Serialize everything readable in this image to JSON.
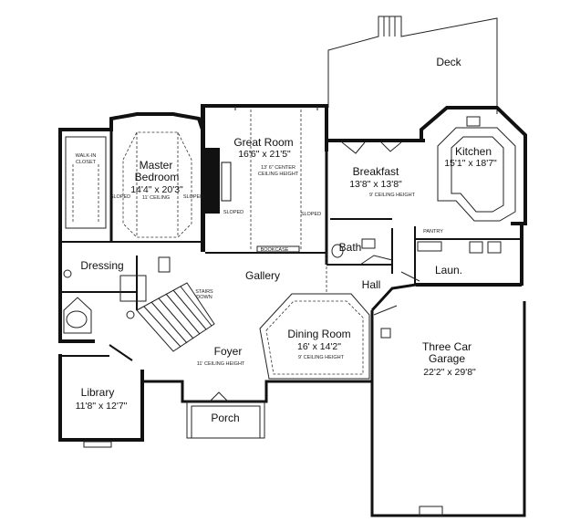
{
  "rooms": {
    "deck": {
      "name": "Deck"
    },
    "great_room": {
      "name": "Great Room",
      "dim": "16'6\" x 21'5\"",
      "note1": "13' 6\" CENTER",
      "note2": "CEILING HEIGHT"
    },
    "master_bedroom": {
      "name1": "Master",
      "name2": "Bedroom",
      "dim": "14'4\" x 20'3\"",
      "note": "11' CEILING"
    },
    "walk_in_closet": {
      "line1": "WALK-IN",
      "line2": "CLOSET"
    },
    "breakfast": {
      "name": "Breakfast",
      "dim": "13'8\" x 13'8\"",
      "note": "9' CEILING HEIGHT"
    },
    "kitchen": {
      "name": "Kitchen",
      "dim": "15'1\" x 18'7\""
    },
    "bath": {
      "name": "Bath"
    },
    "pantry": {
      "name": "PANTRY"
    },
    "laundry": {
      "name": "Laun."
    },
    "dressing": {
      "name": "Dressing"
    },
    "gallery": {
      "name": "Gallery"
    },
    "hall": {
      "name": "Hall"
    },
    "dining_room": {
      "name": "Dining Room",
      "dim": "16' x 14'2\"",
      "note": "9' CEILING HEIGHT"
    },
    "foyer": {
      "name": "Foyer",
      "note": "11' CEILING HEIGHT"
    },
    "garage": {
      "name1": "Three Car",
      "name2": "Garage",
      "dim": "22'2\" x 29'8\""
    },
    "library": {
      "name": "Library",
      "dim": "11'8\" x 12'7\""
    },
    "porch": {
      "name": "Porch"
    }
  },
  "labels": {
    "sloped": "SLOPED",
    "bookcase": "BOOKCASE",
    "stairs_down_1": "STAIRS",
    "stairs_down_2": "DOWN"
  }
}
